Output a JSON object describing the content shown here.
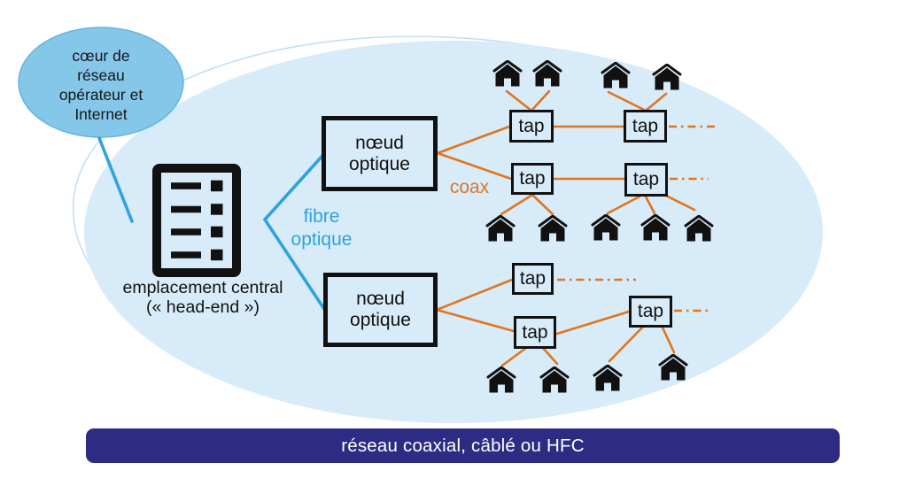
{
  "colors": {
    "canvas_bg": "#ffffff",
    "network_ellipse_fill": "#d8ebf8",
    "network_ellipse_outline": "#c3e0f3",
    "core_bubble_fill": "#84c7e8",
    "fibre_blue": "#2ea3dc",
    "coax_orange": "#e0751f",
    "banner_navy": "#2e2b85",
    "ink_black": "#111111",
    "banner_text": "#ffffff"
  },
  "bubble": {
    "lines": [
      "cœur de",
      "réseau",
      "opérateur et",
      "Internet"
    ]
  },
  "head_end": {
    "icon": "server-rack-icon",
    "label_line1": "emplacement central",
    "label_line2": "(« head-end »)"
  },
  "optical_nodes": [
    {
      "line1": "nœud",
      "line2": "optique"
    },
    {
      "line1": "nœud",
      "line2": "optique"
    }
  ],
  "link_labels": {
    "fibre_line1": "fibre",
    "fibre_line2": "optique",
    "coax": "coax"
  },
  "taps": [
    {
      "label": "tap"
    },
    {
      "label": "tap"
    },
    {
      "label": "tap"
    },
    {
      "label": "tap"
    },
    {
      "label": "tap"
    },
    {
      "label": "tap"
    },
    {
      "label": "tap"
    }
  ],
  "houses": {
    "icon": "house-icon",
    "count": 13
  },
  "banner": {
    "text": "réseau coaxial, câblé ou HFC"
  }
}
